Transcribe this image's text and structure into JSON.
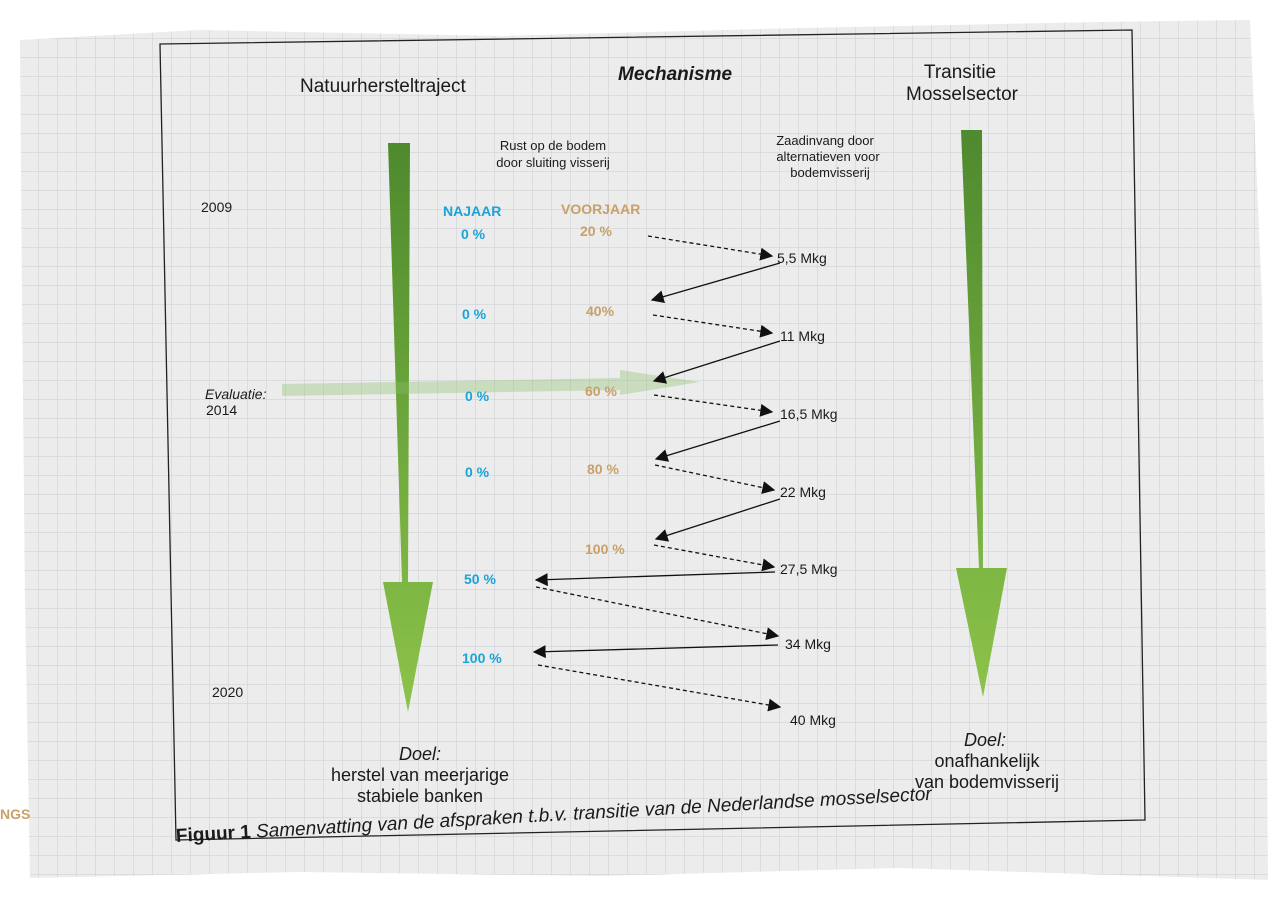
{
  "headers": {
    "left": "Natuurhersteltraject",
    "middle": "Mechanisme",
    "right_line1": "Transitie",
    "right_line2": "Mosselsector"
  },
  "sub_headers": {
    "rust_line1": "Rust op de bodem",
    "rust_line2": "door sluiting visserij",
    "zaad_line1": "Zaadinvang door",
    "zaad_line2": "alternatieven voor",
    "zaad_line3": "bodemvisserij"
  },
  "column_labels": {
    "najaar": "NAJAAR",
    "voorjaar": "VOORJAAR"
  },
  "years": {
    "start": "2009",
    "end": "2020",
    "evaluatie_label": "Evaluatie:",
    "evaluatie_year": "2014"
  },
  "najaar_values": [
    "0 %",
    "0 %",
    "0 %",
    "0 %",
    "50 %",
    "100 %"
  ],
  "voorjaar_values": [
    "20 %",
    "40%",
    "60 %",
    "80 %",
    "100 %"
  ],
  "mkg_values": [
    "5,5 Mkg",
    "11 Mkg",
    "16,5 Mkg",
    "22 Mkg",
    "27,5 Mkg",
    "34 Mkg",
    "40 Mkg"
  ],
  "goals": {
    "left_title": "Doel:",
    "left_line1": "herstel van meerjarige",
    "left_line2": "stabiele banken",
    "right_title": "Doel:",
    "right_line1": "onafhankelijk",
    "right_line2": "van bodemvisserij"
  },
  "caption": {
    "label": "Figuur 1",
    "text": "Samenvatting van de afspraken t.b.v. transitie van de Nederlandse mosselsector"
  },
  "side_fragment": "NGS",
  "colors": {
    "arrow_green": "#6fa83c",
    "blue": "#1aa3d8",
    "tan": "#c8a06a"
  }
}
